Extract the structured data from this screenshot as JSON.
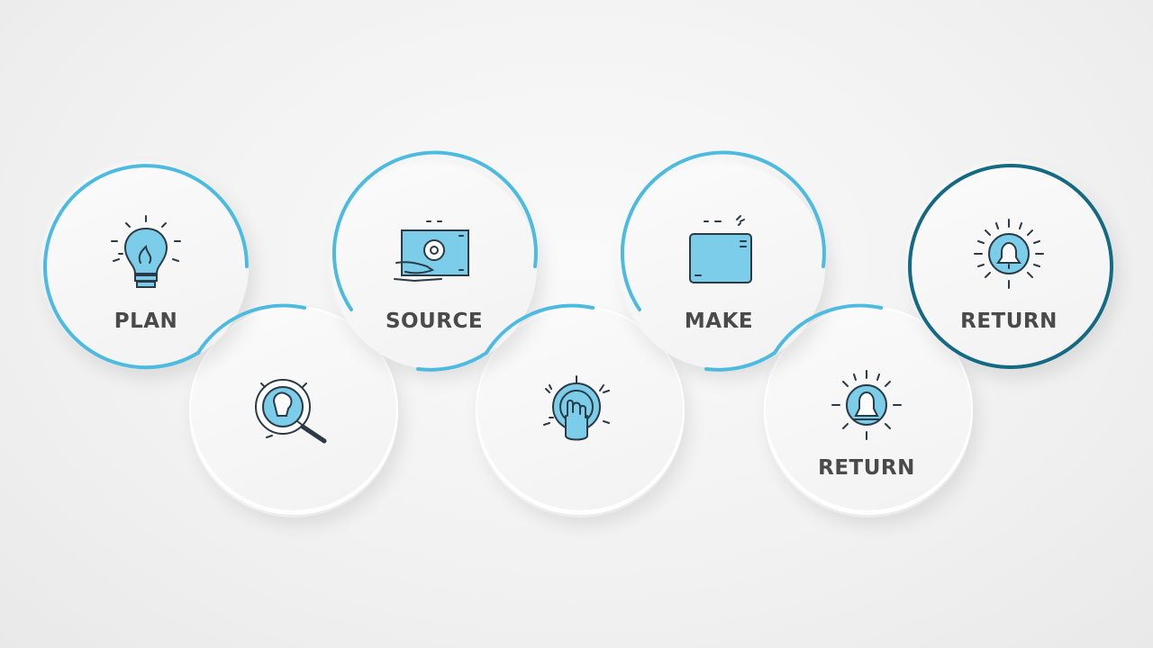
{
  "colors": {
    "accent": "#4dbbe0",
    "accent_dark": "#136a82",
    "icon_fill": "#7ccde9",
    "icon_stroke": "#2b3a44",
    "text": "#4a4a4a"
  },
  "steps_top": [
    {
      "label": "PLAN",
      "icon": "lightbulb-icon"
    },
    {
      "label": "SOURCE",
      "icon": "monitor-hand-icon"
    },
    {
      "label": "MAKE",
      "icon": "tablet-icon"
    },
    {
      "label": "RETURN",
      "icon": "sun-bell-icon"
    }
  ],
  "steps_bottom": [
    {
      "label": "",
      "icon": "magnifier-icon"
    },
    {
      "label": "",
      "icon": "spinning-top-icon"
    },
    {
      "label": "RETURN",
      "icon": "sun-bell-icon"
    }
  ]
}
